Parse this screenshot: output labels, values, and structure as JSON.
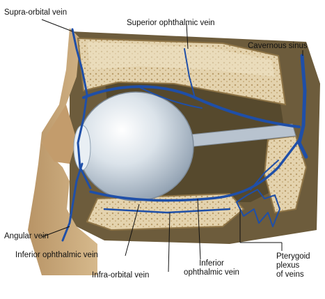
{
  "labels": {
    "supra_orbital_vein": "Supra-orbital vein",
    "superior_ophthalmic_vein": "Superior ophthalmic vein",
    "cavernous_sinus": "Cavernous sinus",
    "angular_vein": "Angular vein",
    "inferior_ophthalmic_vein_left": "Inferior ophthalmic vein",
    "infra_orbital_vein": "Infra-orbital vein",
    "inferior_ophthalmic_vein_right_line1": "Inferior",
    "inferior_ophthalmic_vein_right_line2": "ophthalmic vein",
    "pterygoid_line1": "Pterygoid",
    "pterygoid_line2": "plexus",
    "pterygoid_line3": "of veins"
  },
  "colors": {
    "vein": "#1f4fa8",
    "bone": "#d9c7a3",
    "bone_dark": "#a88d5f",
    "skin": "#c9a87a",
    "eye": "#c9d3de",
    "tissue": "#5f5236"
  }
}
